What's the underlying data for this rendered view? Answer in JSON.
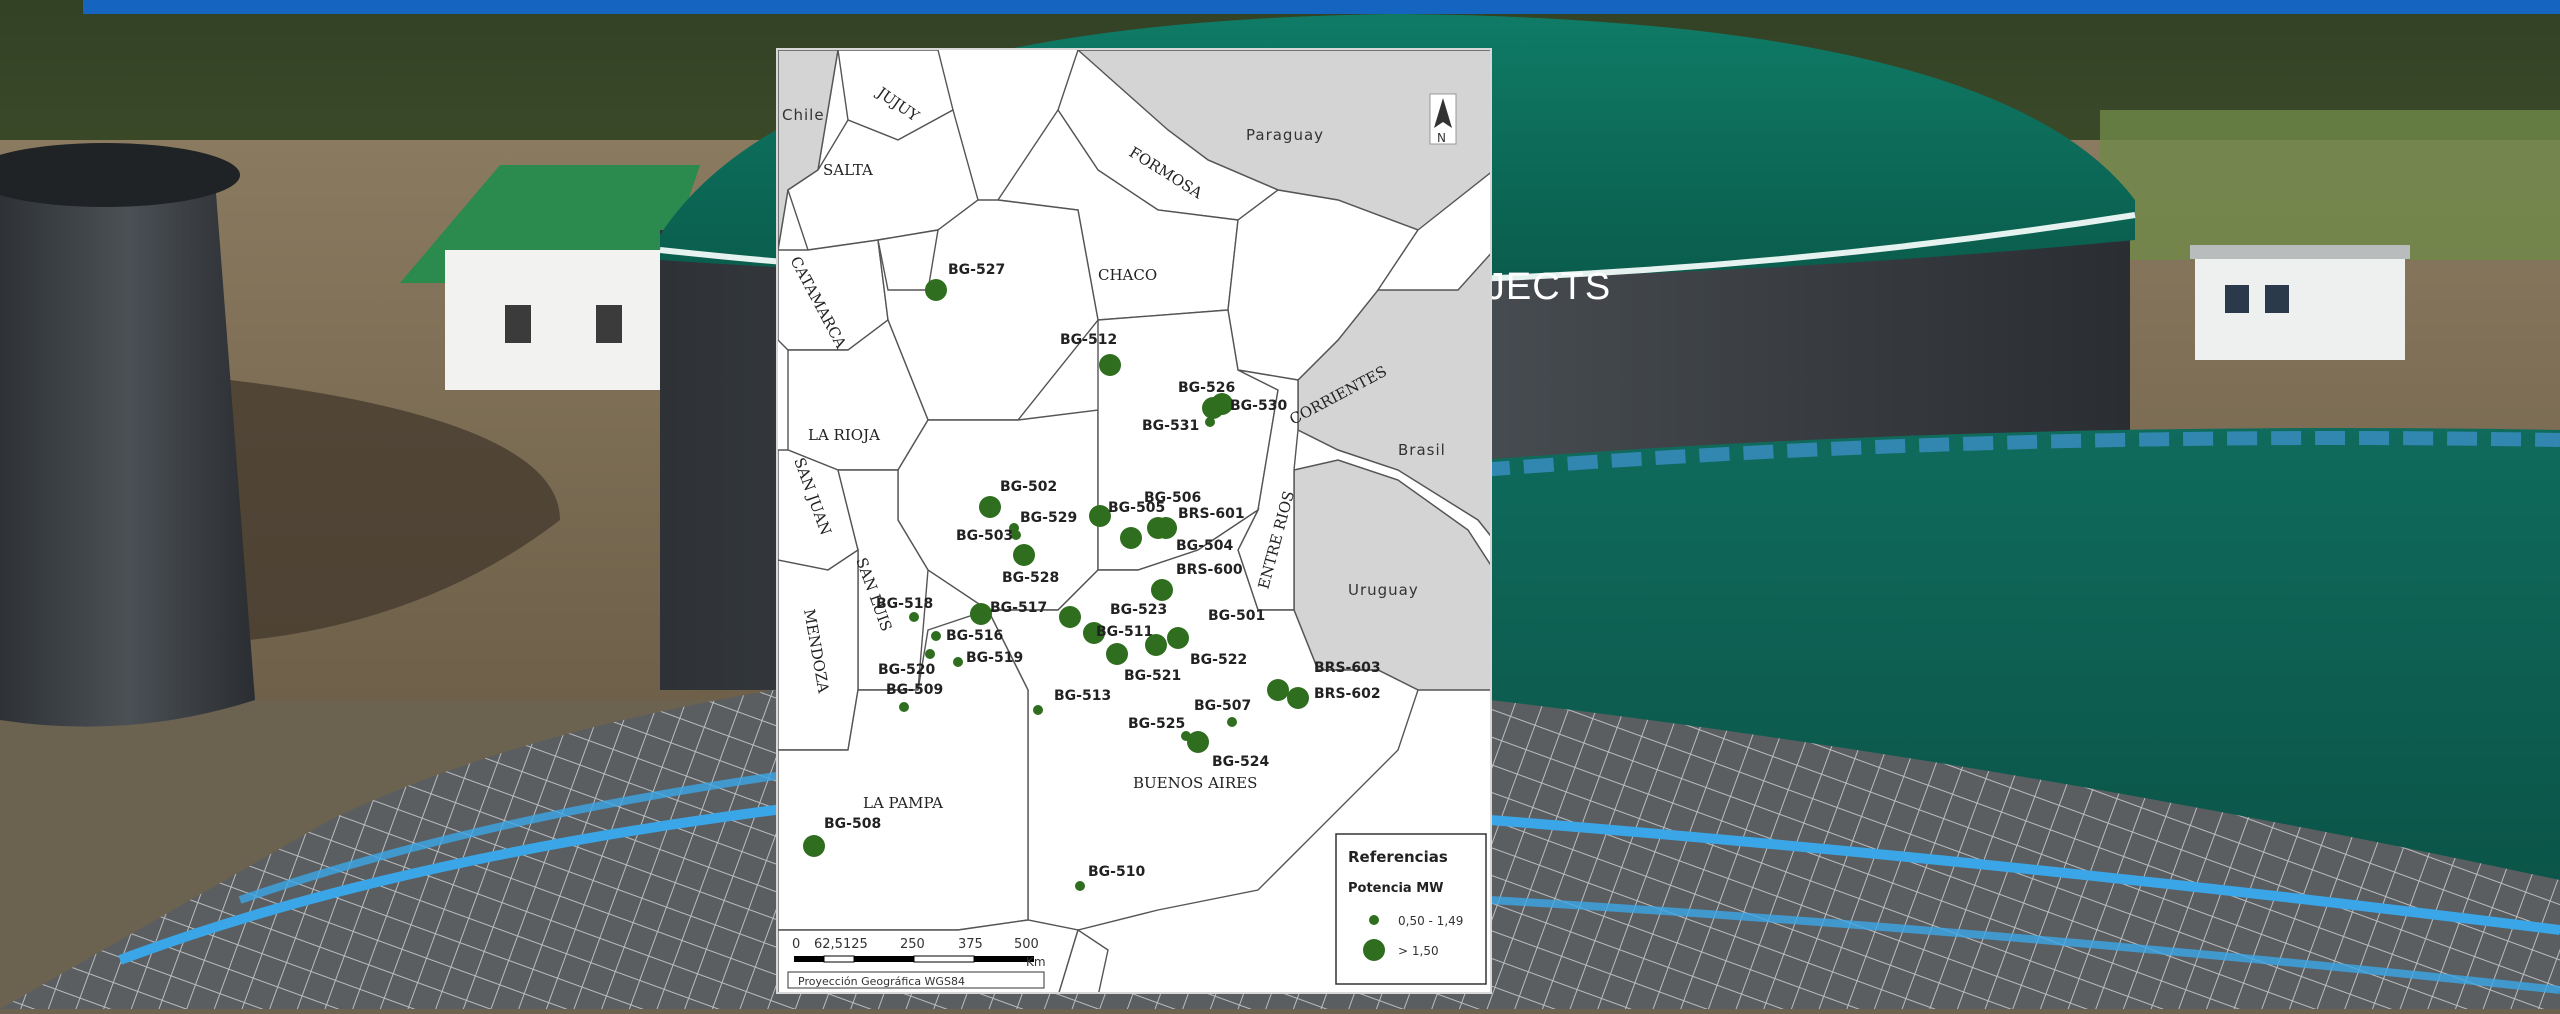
{
  "slide": {
    "title": "MAIN PROJECTS",
    "footnote_lines": [
      "",
      ""
    ]
  },
  "map": {
    "countries": [
      "Chile",
      "Paraguay",
      "Brasil",
      "Uruguay"
    ],
    "provinces": [
      "JUJUY",
      "SALTA",
      "FORMOSA",
      "CHACO",
      "CATAMARCA",
      "CORRIENTES",
      "LA RIOJA",
      "SAN JUAN",
      "SAN LUIS",
      "MENDOZA",
      "ENTRE RIOS",
      "LA PAMPA",
      "BUENOS AIRES"
    ],
    "north_arrow": "N",
    "projects": [
      {
        "id": "BG-527",
        "size": "large"
      },
      {
        "id": "BG-512",
        "size": "large"
      },
      {
        "id": "BG-526",
        "size": "large"
      },
      {
        "id": "BG-530",
        "size": "large"
      },
      {
        "id": "BG-531",
        "size": "small"
      },
      {
        "id": "BG-502",
        "size": "large"
      },
      {
        "id": "BG-529",
        "size": "small"
      },
      {
        "id": "BG-505",
        "size": "large"
      },
      {
        "id": "BG-506",
        "size": "large"
      },
      {
        "id": "BRS-601",
        "size": "large"
      },
      {
        "id": "BG-503",
        "size": "small"
      },
      {
        "id": "BG-504",
        "size": "large"
      },
      {
        "id": "BG-528",
        "size": "large"
      },
      {
        "id": "BRS-600",
        "size": "large"
      },
      {
        "id": "BG-518",
        "size": "small"
      },
      {
        "id": "BG-517",
        "size": "large"
      },
      {
        "id": "BG-523",
        "size": "large"
      },
      {
        "id": "BG-511",
        "size": "large"
      },
      {
        "id": "BG-501",
        "size": "large"
      },
      {
        "id": "BG-516",
        "size": "small"
      },
      {
        "id": "BG-519",
        "size": "small"
      },
      {
        "id": "BG-521",
        "size": "large"
      },
      {
        "id": "BG-522",
        "size": "large"
      },
      {
        "id": "BG-520",
        "size": "small"
      },
      {
        "id": "BG-509",
        "size": "small"
      },
      {
        "id": "BG-513",
        "size": "small"
      },
      {
        "id": "BRS-603",
        "size": "large"
      },
      {
        "id": "BRS-602",
        "size": "large"
      },
      {
        "id": "BG-507",
        "size": "small"
      },
      {
        "id": "BG-525",
        "size": "small"
      },
      {
        "id": "BG-524",
        "size": "large"
      },
      {
        "id": "BG-508",
        "size": "large"
      },
      {
        "id": "BG-510",
        "size": "small"
      }
    ],
    "legend": {
      "title": "Referencias",
      "subtitle": "Potencia MW",
      "items": [
        {
          "label": "0,50 - 1,49",
          "size": "small"
        },
        {
          "label": "> 1,50",
          "size": "large"
        }
      ]
    },
    "scale": {
      "ticks": [
        "0",
        "62,5125",
        "250",
        "375",
        "500"
      ],
      "unit": "Km",
      "projection": "Proyección Geográfica WGS84"
    },
    "colors": {
      "marker": "#2e6e1e",
      "sea": "#ffffff",
      "neighbor": "#d4d4d4",
      "province": "#ffffff",
      "border": "#555555"
    }
  }
}
